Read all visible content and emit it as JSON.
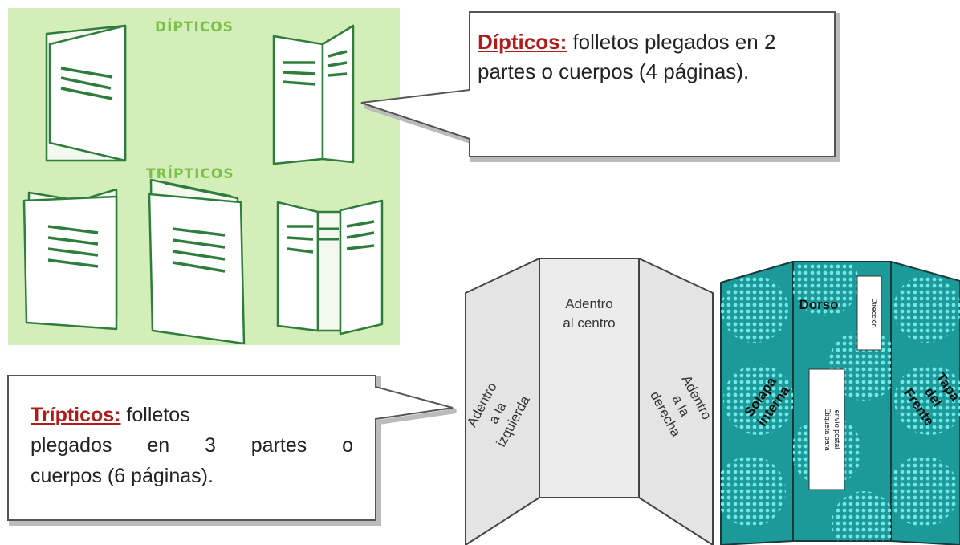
{
  "headings": {
    "dipticos": "DÍPTICOS",
    "tripticos": "TRÍPTICOS"
  },
  "dipticos_callout": {
    "term": "Dípticos:",
    "text": " folletos plegados en 2 partes o cuerpos (4 páginas)."
  },
  "tripticos_callout": {
    "term": "Trípticos:",
    "line1": " folletos",
    "line2": "plegados en 3 partes o",
    "line3": "cuerpos (6 páginas)."
  },
  "inside_panels": {
    "left": [
      "Adentro",
      "a la",
      "izquierda"
    ],
    "center": [
      "Adentro",
      "al centro"
    ],
    "right": [
      "Adentro",
      "a la",
      "derecha"
    ]
  },
  "outside_panels": {
    "left": [
      "Solapa",
      "interna"
    ],
    "center": "Dorso",
    "center_box_top": "Dirección",
    "center_box_mid": [
      "Etiqueta para",
      "envío postal"
    ],
    "right": [
      "Tapa",
      "del",
      "Frente"
    ]
  },
  "colors": {
    "panel_bg": "#d4eeb9",
    "heading": "#7cc04a",
    "brochure_line": "#2e7d3c",
    "term": "#b01c1c",
    "inside_fill": "#e4e4e4",
    "outside_fill": "#1c9a9a",
    "pattern_dots": "#6fe8e6"
  }
}
